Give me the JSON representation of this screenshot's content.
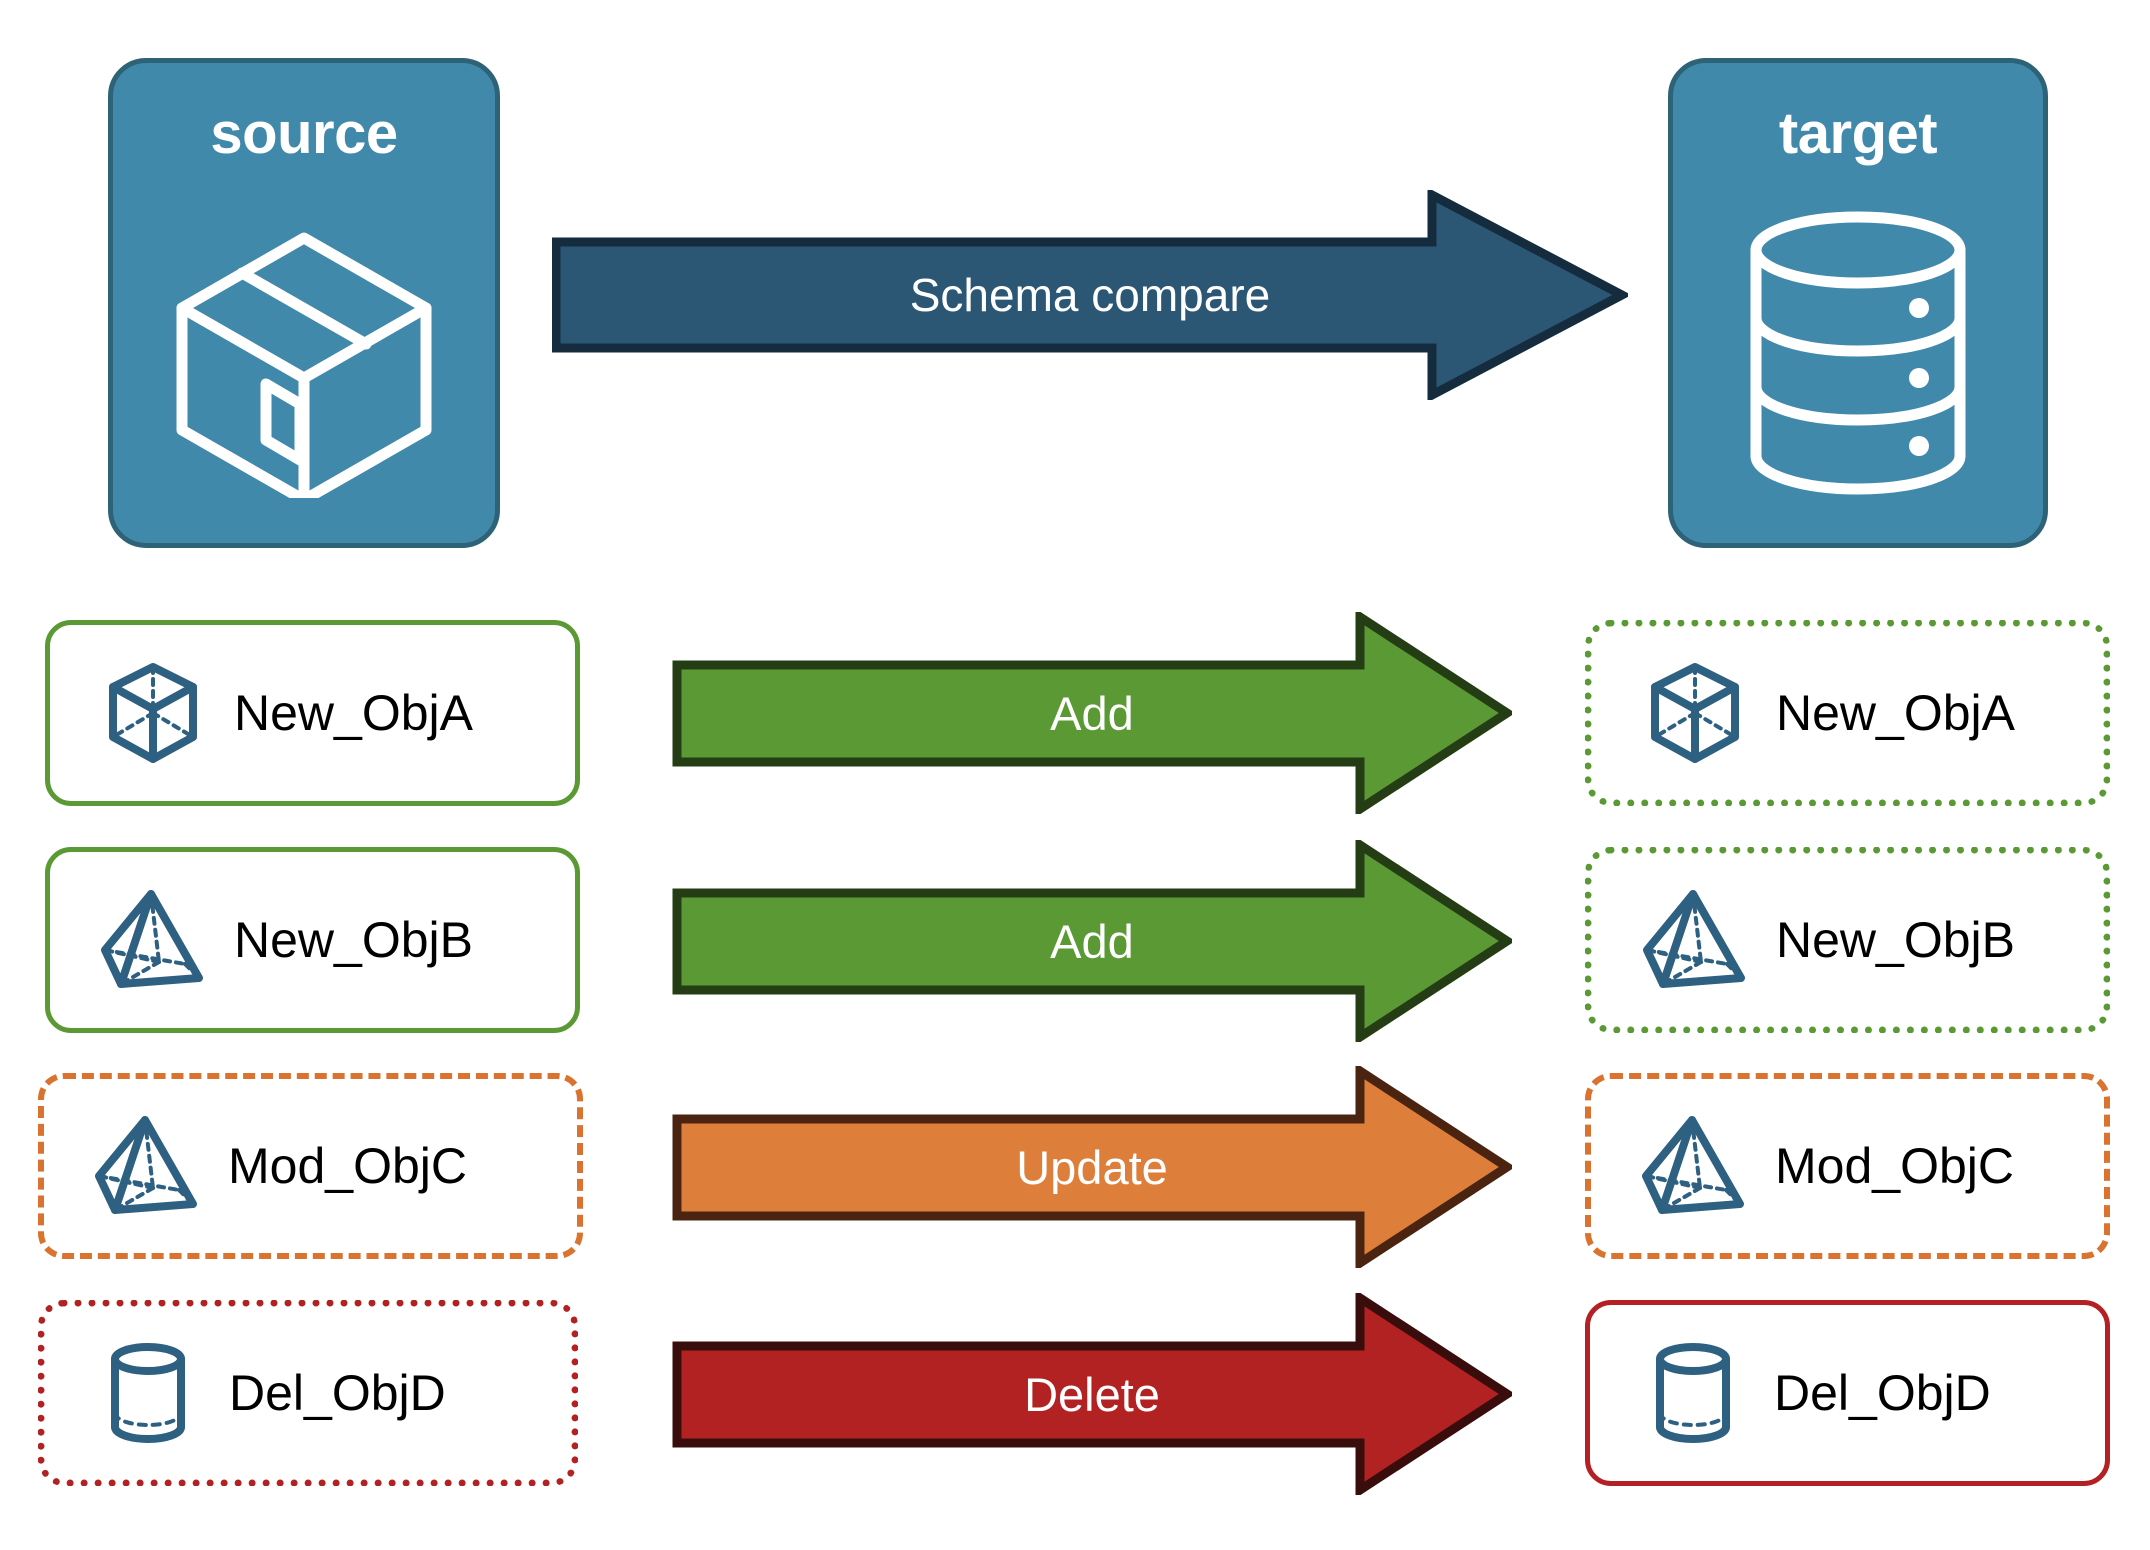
{
  "diagram": {
    "title": "Schema compare between source and target",
    "colors": {
      "panel_fill": "#4189ab",
      "panel_border": "#2e6377",
      "compare_arrow_fill": "#2b5775",
      "compare_arrow_border": "#152b3e",
      "add_fill": "#5b9935",
      "add_border": "#243d14",
      "update_fill": "#dd7f3a",
      "update_border": "#4a2410",
      "delete_fill": "#b22222",
      "delete_border": "#3a0d0d",
      "icon_stroke": "#2e6082",
      "label_text": "#000000"
    }
  },
  "endpoints": {
    "source": {
      "title": "source",
      "icon": "package-box-icon"
    },
    "target": {
      "title": "target",
      "icon": "database-cylinder-icon"
    }
  },
  "compare": {
    "label": "Schema compare",
    "icon": "right-arrow-icon"
  },
  "rows": [
    {
      "source": {
        "label": "New_ObjA",
        "icon": "wireframe-cube-icon",
        "border_style": "solid-green"
      },
      "action": {
        "label": "Add",
        "style": "add"
      },
      "target": {
        "label": "New_ObjA",
        "icon": "wireframe-cube-icon",
        "border_style": "dotted-green"
      }
    },
    {
      "source": {
        "label": "New_ObjB",
        "icon": "wireframe-pyramid-icon",
        "border_style": "solid-green"
      },
      "action": {
        "label": "Add",
        "style": "add"
      },
      "target": {
        "label": "New_ObjB",
        "icon": "wireframe-pyramid-icon",
        "border_style": "dotted-green"
      }
    },
    {
      "source": {
        "label": "Mod_ObjC",
        "icon": "wireframe-pyramid-icon",
        "border_style": "dashed-orange"
      },
      "action": {
        "label": "Update",
        "style": "update"
      },
      "target": {
        "label": "Mod_ObjC",
        "icon": "wireframe-pyramid-icon",
        "border_style": "dashed-orange"
      }
    },
    {
      "source": {
        "label": "Del_ObjD",
        "icon": "wireframe-cylinder-icon",
        "border_style": "dotted-red"
      },
      "action": {
        "label": "Delete",
        "style": "delete"
      },
      "target": {
        "label": "Del_ObjD",
        "icon": "wireframe-cylinder-icon",
        "border_style": "solid-red"
      }
    }
  ]
}
